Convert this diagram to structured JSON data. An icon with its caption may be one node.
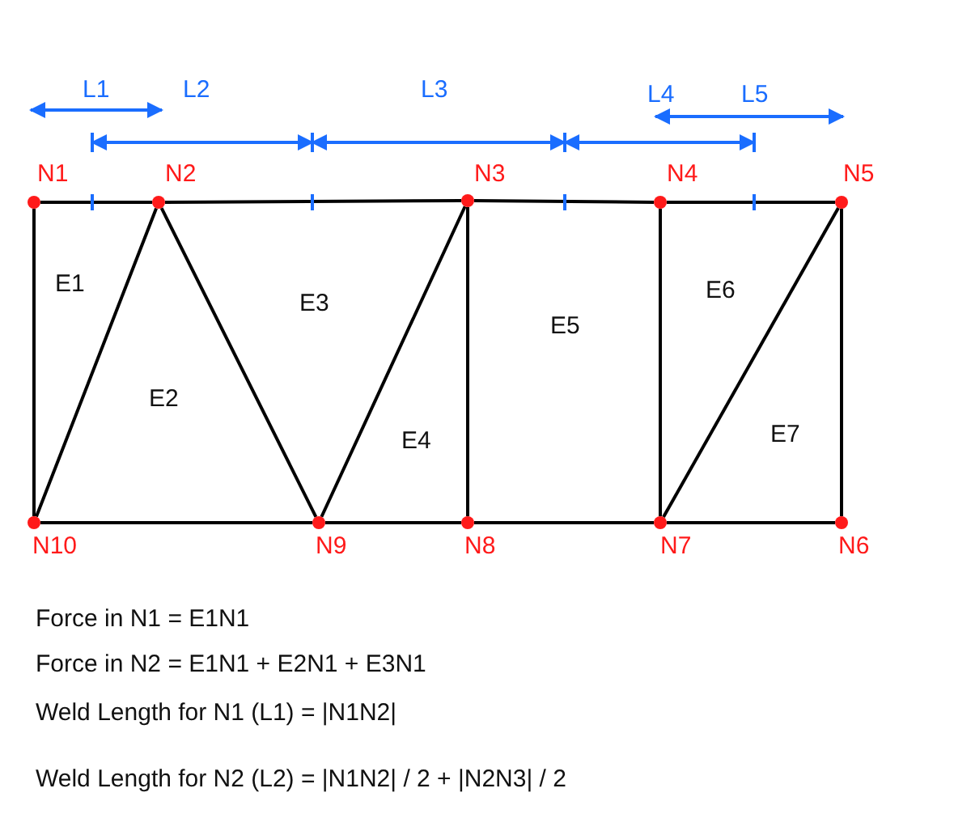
{
  "diagram": {
    "nodes": [
      {
        "text": [],
        "shape": "circle",
        "beside": [
          "N1"
        ]
      },
      {
        "text": [],
        "shape": "circle",
        "beside": [
          "N2"
        ]
      },
      {
        "text": [],
        "shape": "circle",
        "beside": [
          "N3"
        ]
      },
      {
        "text": [],
        "shape": "circle",
        "beside": [
          "N4"
        ]
      },
      {
        "text": [],
        "shape": "circle",
        "beside": [
          "N5"
        ]
      },
      {
        "text": [],
        "shape": "circle",
        "beside": [
          "N6"
        ]
      },
      {
        "text": [],
        "shape": "circle",
        "beside": [
          "N7"
        ]
      },
      {
        "text": [],
        "shape": "circle",
        "beside": [
          "N8"
        ]
      },
      {
        "text": [],
        "shape": "circle",
        "beside": [
          "N9"
        ]
      },
      {
        "text": [],
        "shape": "circle",
        "beside": [
          "N10"
        ]
      }
    ],
    "edges": [
      {
        "from": 0,
        "to": 1,
        "arrow": "none"
      },
      {
        "from": 1,
        "to": 2,
        "arrow": "none"
      },
      {
        "from": 2,
        "to": 3,
        "arrow": "none"
      },
      {
        "from": 3,
        "to": 4,
        "arrow": "none"
      },
      {
        "from": 4,
        "to": 5,
        "arrow": "none"
      },
      {
        "from": 5,
        "to": 6,
        "arrow": "none"
      },
      {
        "from": 6,
        "to": 7,
        "arrow": "none"
      },
      {
        "from": 7,
        "to": 8,
        "arrow": "none"
      },
      {
        "from": 8,
        "to": 9,
        "arrow": "none"
      },
      {
        "from": 9,
        "to": 0,
        "arrow": "none"
      },
      {
        "from": 9,
        "to": 1,
        "arrow": "none"
      },
      {
        "from": 1,
        "to": 8,
        "arrow": "none"
      },
      {
        "from": 8,
        "to": 2,
        "arrow": "none"
      },
      {
        "from": 2,
        "to": 7,
        "arrow": "none"
      },
      {
        "from": 3,
        "to": 6,
        "arrow": "none"
      },
      {
        "from": 6,
        "to": 4,
        "arrow": "none"
      }
    ],
    "labels": [
      "L1",
      "L2",
      "L3",
      "L4",
      "L5",
      "E1",
      "E3",
      "E5",
      "E6",
      "E2",
      "E4",
      "E7",
      "Force in N1 = E1N1",
      "Force in N2 = E1N1 + E2N1 + E3N1",
      "Weld Length for N1 (L1) = |N1N2|",
      "Weld Length for N2 (L2) = |N1N2| / 2 + |N2N3| / 2"
    ]
  }
}
